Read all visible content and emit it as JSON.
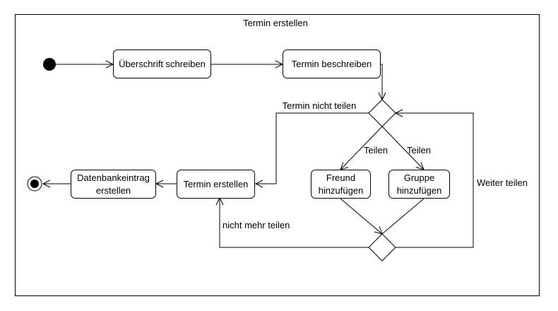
{
  "diagram": {
    "title": "Termin erstellen",
    "nodes": {
      "ueberschrift": "Überschrift schreiben",
      "beschreiben": "Termin beschreiben",
      "freund_line1": "Freund",
      "freund_line2": "hinzufügen",
      "gruppe_line1": "Gruppe",
      "gruppe_line2": "hinzufügen",
      "termin_erstellen": "Termin erstellen",
      "datenbank_line1": "Datenbankeintrag",
      "datenbank_line2": "erstellen"
    },
    "edges": {
      "nicht_teilen": "Termin nicht teilen",
      "teilen_left": "Teilen",
      "teilen_right": "Teilen",
      "weiter_teilen": "Weiter teilen",
      "nicht_mehr_teilen": "nicht mehr teilen"
    }
  }
}
